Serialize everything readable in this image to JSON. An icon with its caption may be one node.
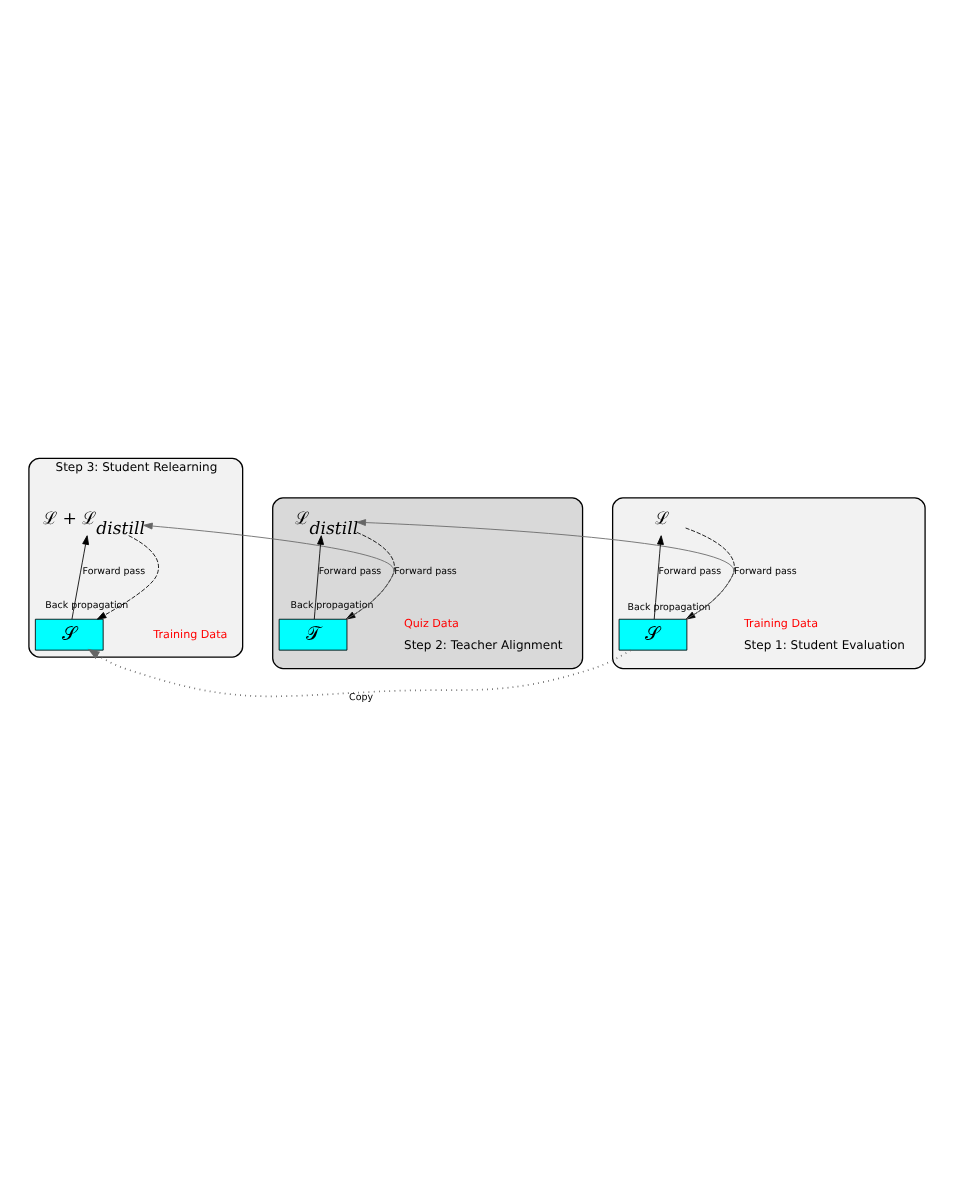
{
  "diagram": {
    "nodes": [
      {
        "text": [
          "Step 3: Student Relearning",
          "Training Data"
        ]
      },
      {
        "text": [
          "ℒ + ℒ$_{distill}$"
        ],
        "in": 0
      },
      {
        "text": [
          "𝒮"
        ],
        "in": 0
      },
      {
        "text": [
          "Quiz Data",
          "Step 2: Teacher Alignment"
        ]
      },
      {
        "text": [
          "ℒ$_{distill}$"
        ],
        "in": 3
      },
      {
        "text": [
          "𝒯"
        ],
        "in": 3
      },
      {
        "text": [
          "Training Data",
          "Step 1: Student Evaluation"
        ]
      },
      {
        "text": [
          "ℒ"
        ],
        "in": 6
      },
      {
        "text": [
          "𝒮"
        ],
        "in": 6
      }
    ],
    "edges": [
      {
        "from": 2,
        "to": 1,
        "arrow": "to",
        "label": "Forward pass"
      },
      {
        "from": 1,
        "to": 2,
        "arrow": "to",
        "label": "Back propagation",
        "style": "dashed"
      },
      {
        "from": 5,
        "to": 4,
        "arrow": "to",
        "label": "Forward pass"
      },
      {
        "from": 4,
        "to": 5,
        "arrow": "to",
        "label": "Back propagation",
        "style": "dashed"
      },
      {
        "from": 8,
        "to": 7,
        "arrow": "to",
        "label": "Forward pass"
      },
      {
        "from": 7,
        "to": 8,
        "arrow": "to",
        "label": "Back propagation",
        "style": "dashed"
      },
      {
        "from": 5,
        "to": 1,
        "arrow": "to",
        "label": "Forward pass",
        "color": "#666666"
      },
      {
        "from": 8,
        "to": 4,
        "arrow": "to",
        "label": "Forward pass",
        "color": "#666666"
      },
      {
        "from": 8,
        "to": 2,
        "arrow": "to",
        "label": "Copy",
        "style": "dashed",
        "color": "#666666"
      }
    ]
  }
}
